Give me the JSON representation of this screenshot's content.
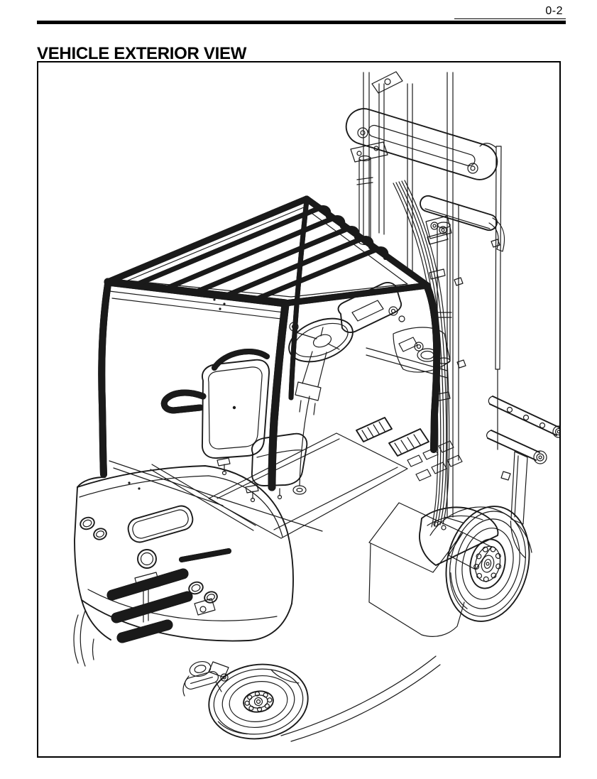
{
  "page": {
    "number": "0-2",
    "title": "VEHICLE EXTERIOR VIEW"
  },
  "figure": {
    "alt": "Line drawing of an electric counterbalance forklift viewed from the rear left, showing the mast, overhead guard, operator seat, steering wheel, counterweight, tail lamps and wheels",
    "ink_color": "#1a1a1a",
    "paper_color": "#ffffff"
  }
}
